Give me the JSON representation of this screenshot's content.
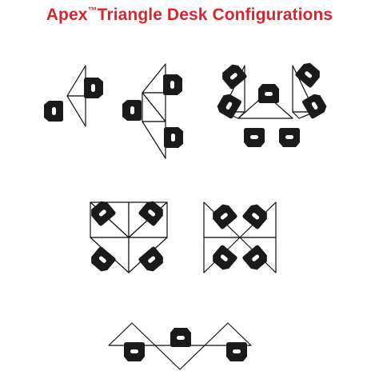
{
  "title": {
    "brand": "Apex",
    "trademark": "™",
    "rest": "Triangle Desk Configurations"
  },
  "colors": {
    "title": "#d8262e",
    "desk_stroke": "#111111",
    "desk_fill": "#ffffff",
    "seat": "#1a1a1a"
  },
  "configurations": [
    {
      "id": "config-2-desk-diamond",
      "desks": 2,
      "chairs": 2
    },
    {
      "id": "config-4-desk-column",
      "desks": 4,
      "chairs": 3
    },
    {
      "id": "config-5-desk-horseshoe",
      "desks": 5,
      "chairs": 7
    },
    {
      "id": "config-4-desk-square-pinwheel",
      "desks": 4,
      "chairs": 4
    },
    {
      "id": "config-4-desk-square-hourglass",
      "desks": 4,
      "chairs": 4
    },
    {
      "id": "config-3-desk-zigzag",
      "desks": 3,
      "chairs": 3
    }
  ]
}
